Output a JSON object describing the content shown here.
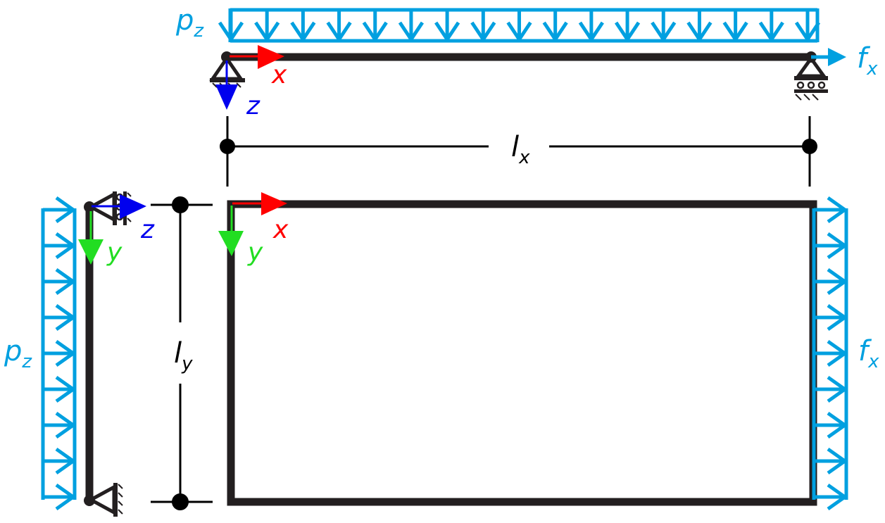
{
  "colors": {
    "load": "#00a0e0",
    "structure": "#231f20",
    "axis_x": "#ff0000",
    "axis_y": "#22dd22",
    "axis_z": "#0000ee",
    "dimension": "#000000",
    "background": "#ffffff"
  },
  "elevation_view": {
    "load_label": {
      "main": "p",
      "sub": "z"
    },
    "end_force_label": {
      "main": "f",
      "sub": "x"
    },
    "axis_x_label": "x",
    "axis_z_label": "z",
    "load_arrow_count": 17,
    "left_support": "pinned",
    "right_support": "roller"
  },
  "dimension_x": {
    "main": "l",
    "sub": "x"
  },
  "dimension_y": {
    "main": "l",
    "sub": "y"
  },
  "side_view": {
    "load_label": {
      "main": "p",
      "sub": "z"
    },
    "axis_y_label": "y",
    "axis_z_label": "z",
    "load_arrow_count": 9,
    "top_support": "roller",
    "bottom_support": "pinned"
  },
  "plan_view": {
    "axis_x_label": "x",
    "axis_y_label": "y",
    "edge_load_label": {
      "main": "f",
      "sub": "x"
    },
    "edge_load_arrow_count": 9
  }
}
